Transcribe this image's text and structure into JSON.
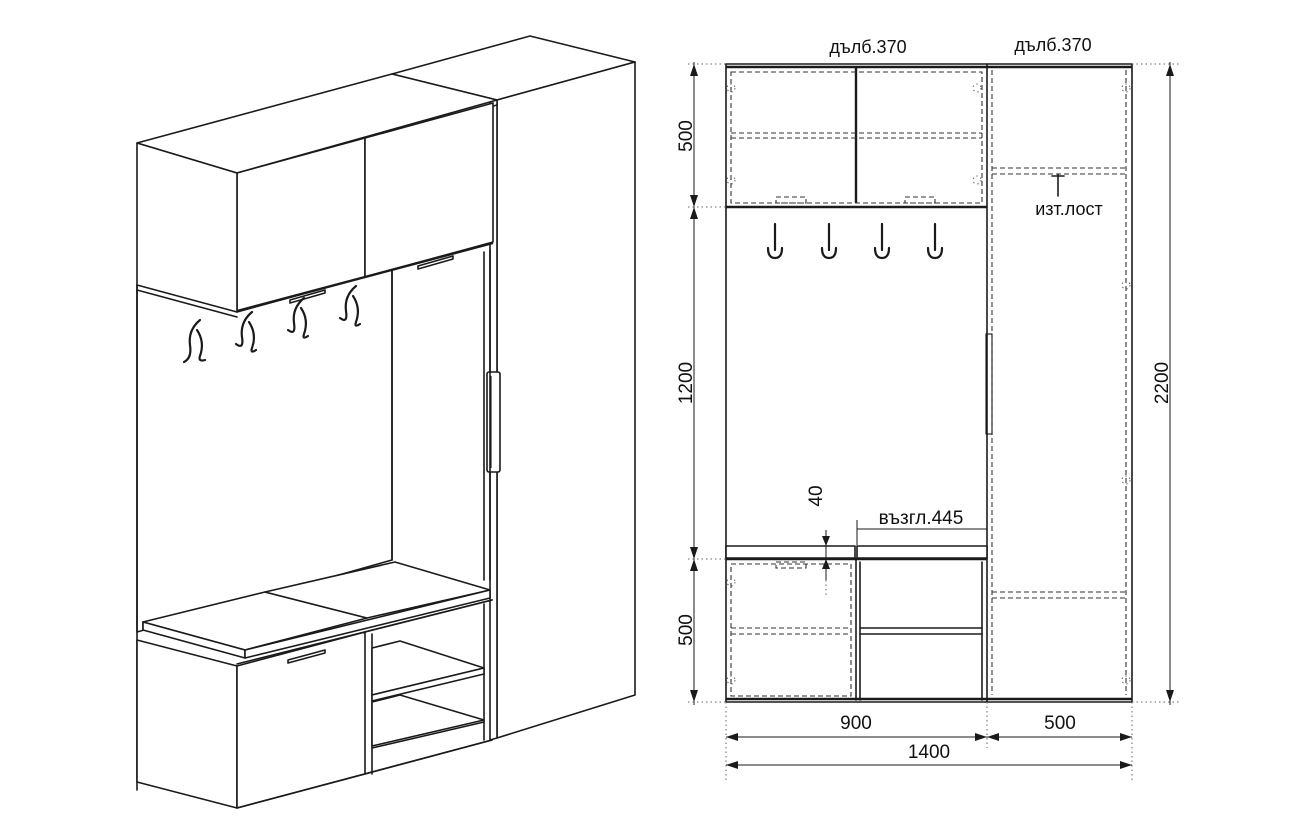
{
  "labels": {
    "depth_left": "дълб.370",
    "depth_right": "дълб.370",
    "rod": "изт.лост",
    "h_top": "500",
    "h_mid": "1200",
    "h_bottom": "500",
    "h_total": "2200",
    "seat_thickness": "40",
    "seat_height": "възгл.445",
    "w_left": "900",
    "w_right": "500",
    "w_total": "1400"
  }
}
